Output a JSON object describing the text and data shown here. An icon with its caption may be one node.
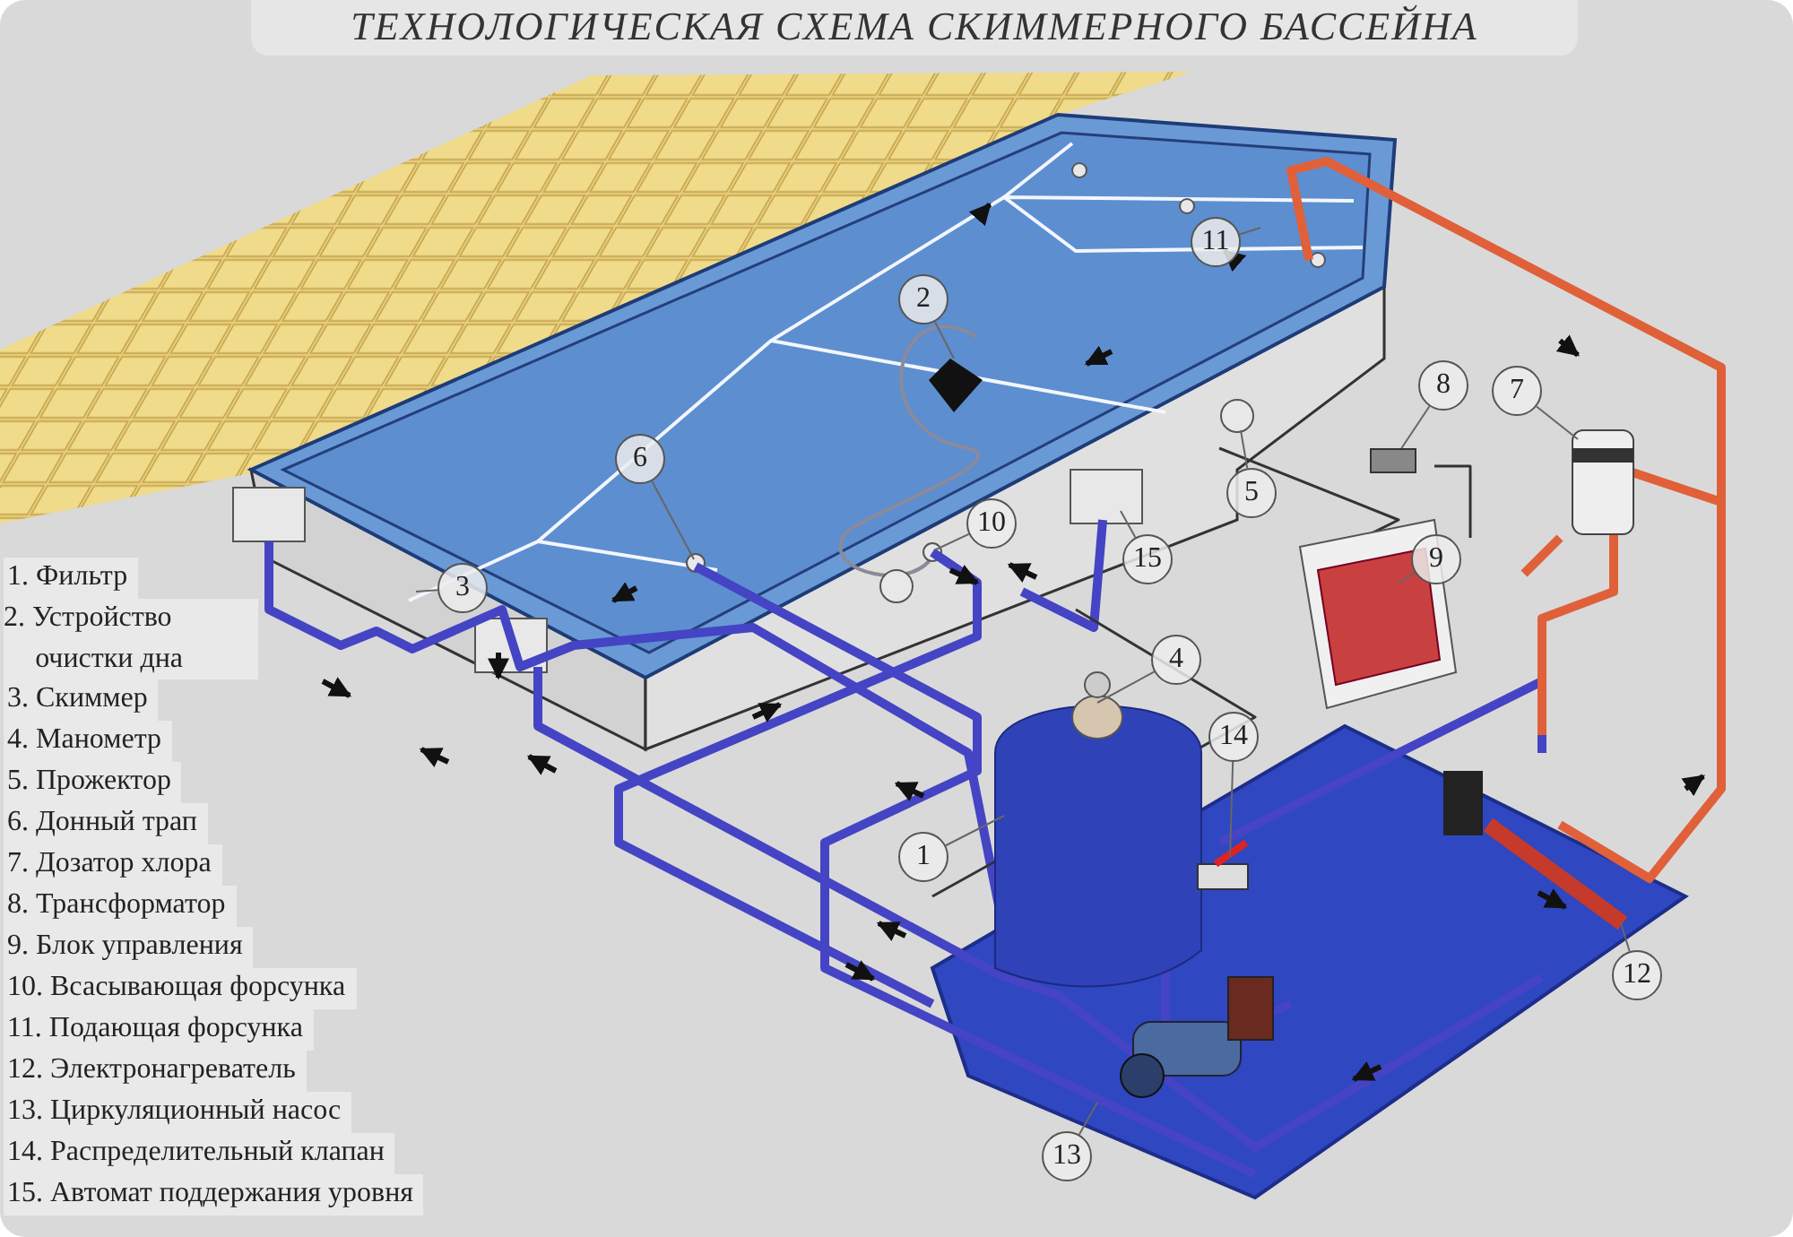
{
  "diagram": {
    "title": "ТЕХНОЛОГИЧЕСКАЯ СХЕМА СКИММЕРНОГО БАССЕЙНА",
    "nodes": [
      {
        "text": [
          "1"
        ]
      },
      {
        "text": [
          "2"
        ]
      },
      {
        "text": [
          "3"
        ]
      },
      {
        "text": [
          "4"
        ]
      },
      {
        "text": [
          "5"
        ]
      },
      {
        "text": [
          "6"
        ]
      },
      {
        "text": [
          "7"
        ]
      },
      {
        "text": [
          "8"
        ]
      },
      {
        "text": [
          "9"
        ]
      },
      {
        "text": [
          "10"
        ]
      },
      {
        "text": [
          "11"
        ]
      },
      {
        "text": [
          "12"
        ]
      },
      {
        "text": [
          "13"
        ]
      },
      {
        "text": [
          "14"
        ]
      },
      {
        "text": [
          "15"
        ]
      },
      {
        "text": [],
        "shape": "box"
      }
    ],
    "edges": [
      {
        "from": 0,
        "to": null,
        "arrow": "none"
      },
      {
        "from": 1,
        "to": null,
        "arrow": "none"
      },
      {
        "from": 2,
        "to": null,
        "arrow": "none"
      },
      {
        "from": 3,
        "to": null,
        "arrow": "none"
      },
      {
        "from": 4,
        "to": null,
        "arrow": "none"
      },
      {
        "from": 5,
        "to": null,
        "arrow": "none"
      },
      {
        "from": 6,
        "to": null,
        "arrow": "none"
      },
      {
        "from": 7,
        "to": 15,
        "arrow": "none"
      },
      {
        "from": 8,
        "to": null,
        "arrow": "none"
      },
      {
        "from": 9,
        "to": null,
        "arrow": "none"
      },
      {
        "from": 10,
        "to": null,
        "arrow": "none"
      },
      {
        "from": 11,
        "to": null,
        "arrow": "none"
      },
      {
        "from": 12,
        "to": null,
        "arrow": "none"
      },
      {
        "from": 13,
        "to": null,
        "arrow": "none"
      },
      {
        "from": 14,
        "to": null,
        "arrow": "none"
      }
    ],
    "labels": [
      "1. Фильтр",
      "2. Устройство очистки дна",
      "3. Скиммер",
      "4. Манометр",
      "5. Прожектор",
      "6. Донный трап",
      "7. Дозатор хлора",
      "8. Трансформатор",
      "9. Блок управления",
      "10. Всасывающая форсунка",
      "11. Подающая форсунка",
      "12. Электронагреватель",
      "13. Циркуляционный насос",
      "14. Распределительный клапан",
      "15. Автомат поддержания уровня"
    ]
  }
}
